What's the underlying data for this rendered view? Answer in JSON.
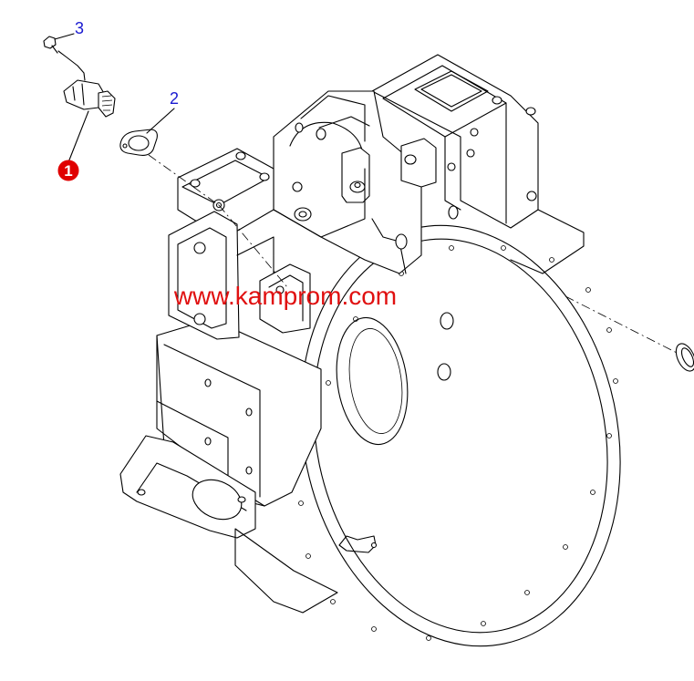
{
  "callouts": [
    {
      "id": "1",
      "label": "1",
      "style": "red-circle",
      "color": "#e00000"
    },
    {
      "id": "2",
      "label": "2",
      "style": "plain",
      "color": "#1a1ad0"
    },
    {
      "id": "3",
      "label": "3",
      "style": "plain",
      "color": "#1a1ad0"
    }
  ],
  "watermark": {
    "text": "www.kamprom.com",
    "color": "#e01010"
  }
}
